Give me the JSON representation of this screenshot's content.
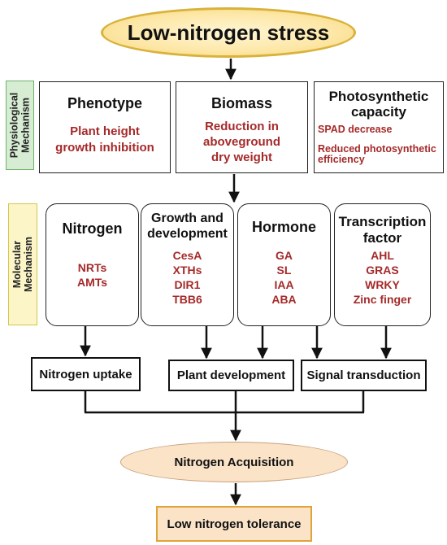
{
  "stress": "Low-nitrogen stress",
  "physiological_label": "Physiological\nMechanism",
  "molecular_label": "Molecular\nMechanism",
  "physio_boxes": [
    {
      "title": "Phenotype",
      "items": [
        "Plant height",
        "growth inhibition"
      ]
    },
    {
      "title": "Biomass",
      "items": [
        "Reduction in",
        "aboveground",
        "dry weight"
      ]
    },
    {
      "title": "Photosynthetic capacity",
      "items": [
        "SPAD decrease",
        "Reduced photosynthetic efficiency"
      ]
    }
  ],
  "molecular_boxes": [
    {
      "title": "Nitrogen",
      "items": [
        "NRTs",
        "AMTs"
      ]
    },
    {
      "title": "Growth and development",
      "items": [
        "CesA",
        "XTHs",
        "DIR1",
        "TBB6"
      ]
    },
    {
      "title": "Hormone",
      "items": [
        "GA",
        "SL",
        "IAA",
        "ABA"
      ]
    },
    {
      "title": "Transcription factor",
      "items": [
        "AHL",
        "GRAS",
        "WRKY",
        "Zinc finger"
      ]
    }
  ],
  "outcomes": [
    "Nitrogen uptake",
    "Plant development",
    "Signal transduction"
  ],
  "acquisition": "Nitrogen Acquisition",
  "tolerance": "Low nitrogen tolerance"
}
